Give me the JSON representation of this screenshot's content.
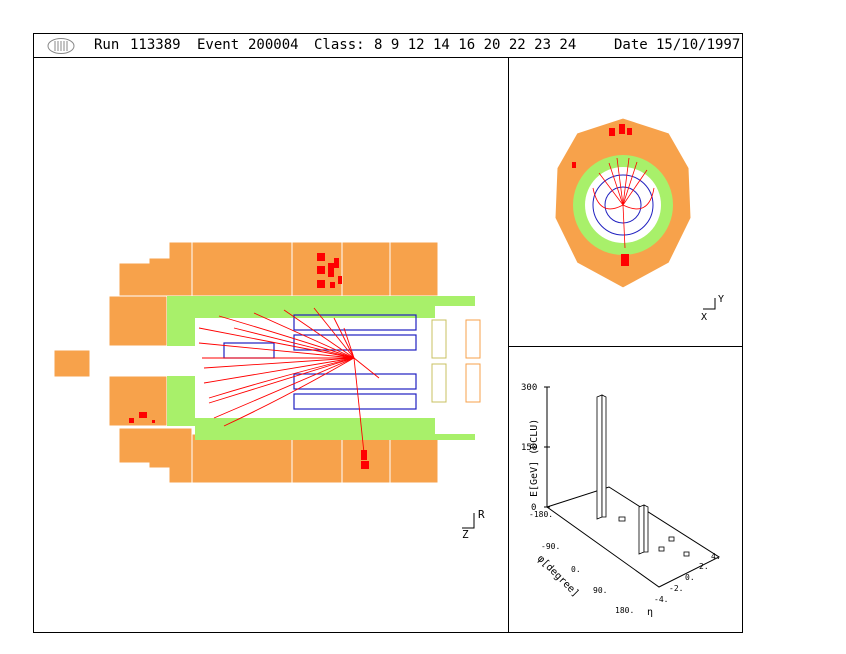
{
  "header": {
    "run_label": "Run",
    "run_number": "113389",
    "event_label": "Event",
    "event_number": "200004",
    "class_label": "Class:",
    "class_values": "8 9 12 14 16 20 22 23 24",
    "date_label": "Date",
    "date_value": "15/10/1997"
  },
  "side_view": {
    "axis_horizontal": "Z",
    "axis_vertical": "R"
  },
  "end_view": {
    "axis_horizontal": "X",
    "axis_vertical": "Y"
  },
  "lego_plot": {
    "z_axis_label": "E[GeV] (DCLU)",
    "z_ticks": [
      "300",
      "150",
      "0"
    ],
    "phi_axis_label": "φ[degree]",
    "phi_ticks": [
      "-180.",
      "-90.",
      "0.",
      "90.",
      "180."
    ],
    "eta_axis_label": "η",
    "eta_ticks": [
      "-4.",
      "-2.",
      "0.",
      "2.",
      "4."
    ]
  },
  "colors": {
    "calorimeter_outer": "#f7a24b",
    "calorimeter_inner": "#a8f06a",
    "tracks": "#ff0000",
    "chambers": "#2020c0",
    "frame": "#000000"
  }
}
